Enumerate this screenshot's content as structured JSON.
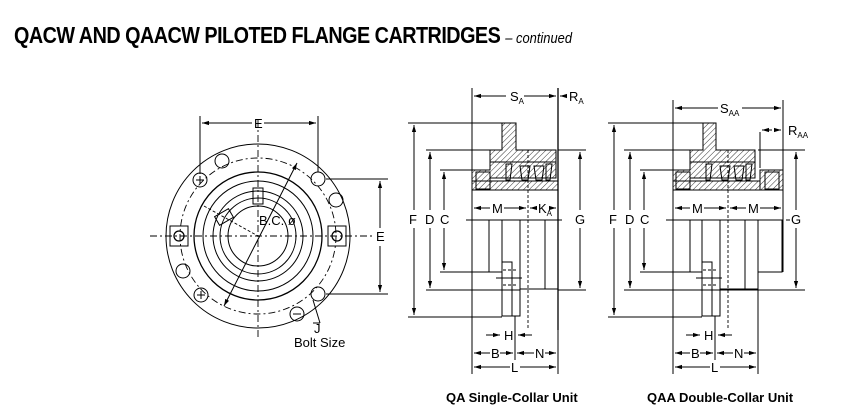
{
  "title": {
    "main": "QACW AND QAACW PILOTED FLANGE CARTRIDGES",
    "suffix": "– continued"
  },
  "front_view": {
    "dim_top": "E",
    "dim_right": "E",
    "bolt_circle": "B.C. ø",
    "bolt_label": "J",
    "bolt_caption": "Bolt Size"
  },
  "qa_view": {
    "caption": "QA Single-Collar Unit",
    "dims": {
      "S": "S",
      "S_sub": "A",
      "R": "R",
      "R_sub": "A",
      "F": "F",
      "D": "D",
      "C": "C",
      "G": "G",
      "M": "M",
      "K": "K",
      "K_sub": "A",
      "H": "H",
      "B": "B",
      "N": "N",
      "L": "L"
    }
  },
  "qaa_view": {
    "caption": "QAA Double-Collar Unit",
    "dims": {
      "S": "S",
      "S_sub": "AA",
      "R": "R",
      "R_sub": "AA",
      "F": "F",
      "D": "D",
      "C": "C",
      "G": "G",
      "M1": "M",
      "M2": "M",
      "H": "H",
      "B": "B",
      "N": "N",
      "L": "L"
    }
  }
}
